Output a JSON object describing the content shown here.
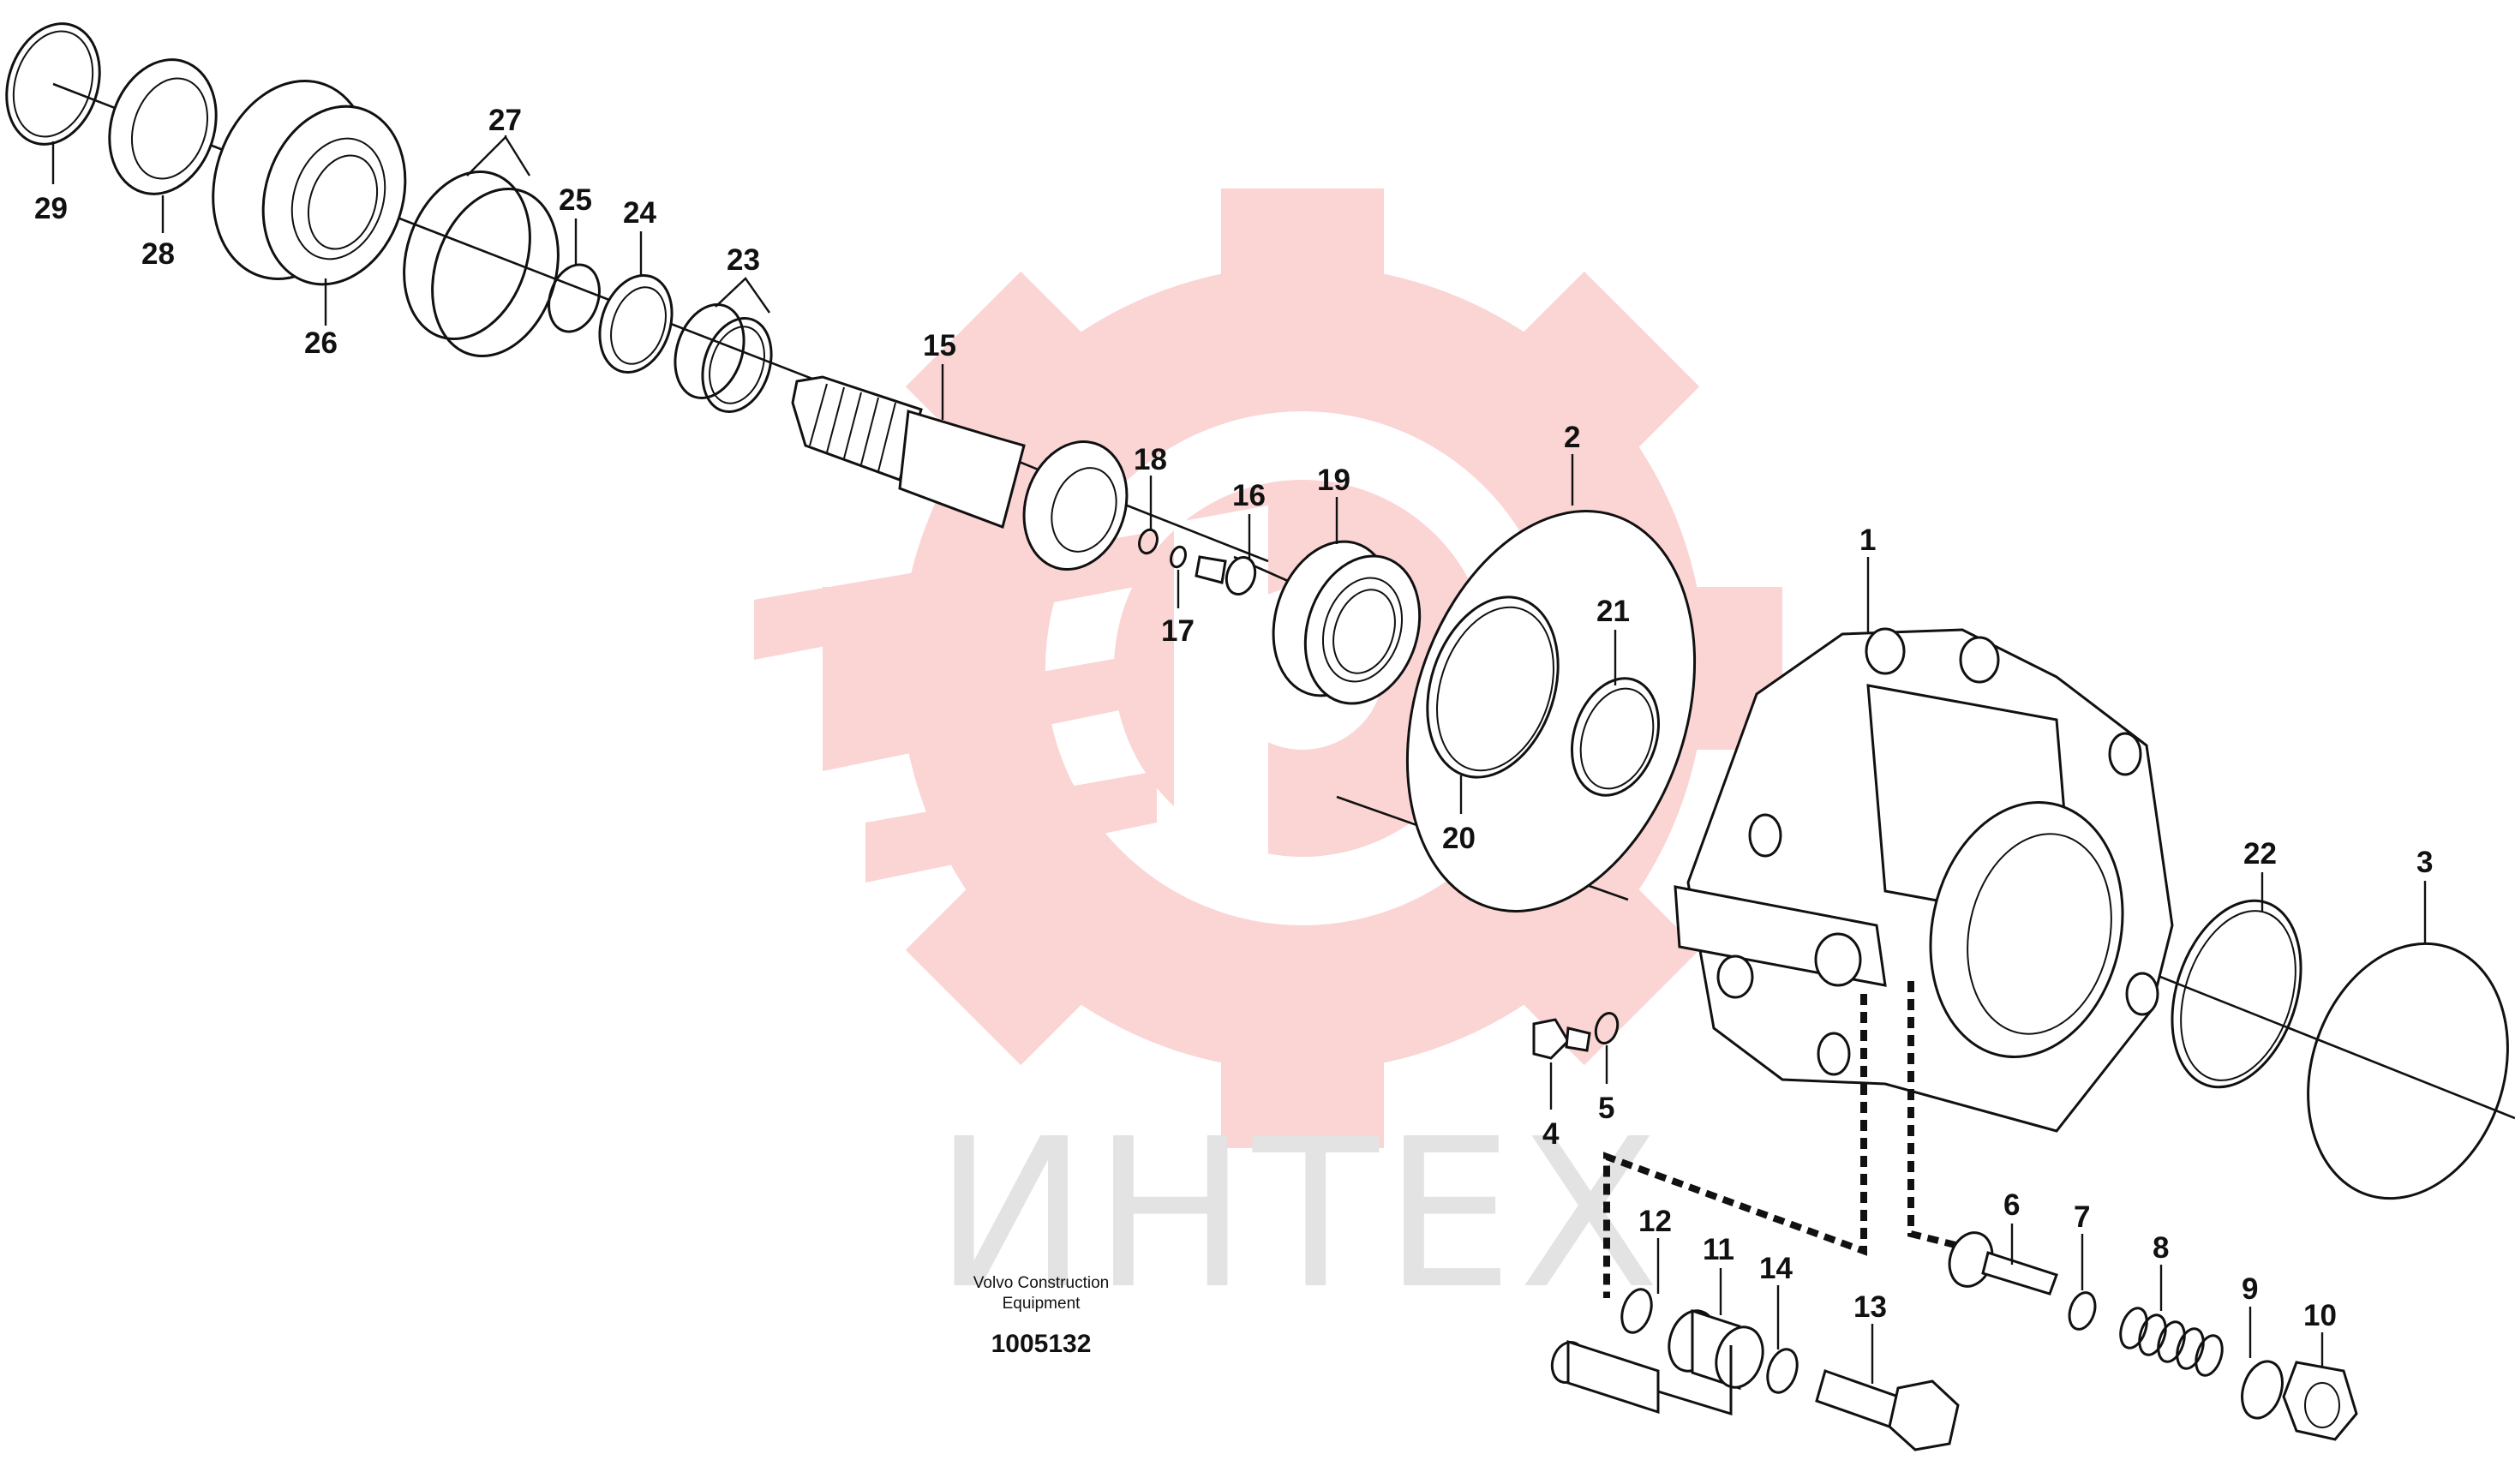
{
  "diagram": {
    "watermark": {
      "text": "ИНТЕХ",
      "logo": "gear-logo"
    },
    "caption": {
      "line1": "Volvo Construction",
      "line2": "Equipment",
      "code": "1005132"
    },
    "callouts": [
      "1",
      "2",
      "3",
      "4",
      "5",
      "6",
      "7",
      "8",
      "9",
      "10",
      "11",
      "12",
      "13",
      "14",
      "15",
      "16",
      "17",
      "18",
      "19",
      "20",
      "21",
      "22",
      "23",
      "24",
      "25",
      "26",
      "27",
      "28",
      "29"
    ],
    "colors": {
      "line": "#111111",
      "watermark": "#fbd4d4",
      "watermark_text": "#e3e3e3"
    }
  }
}
